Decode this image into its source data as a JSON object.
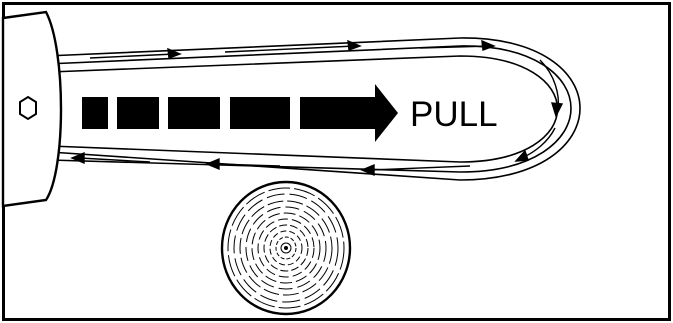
{
  "label": {
    "direction_text": "PULL"
  },
  "figure": {
    "stroke_color": "#000000",
    "fill_color": "#ffffff",
    "subject": "chainsaw-bar-with-chain-cutting-log",
    "chain_direction": "clockwise",
    "direction_arrow": "right"
  }
}
